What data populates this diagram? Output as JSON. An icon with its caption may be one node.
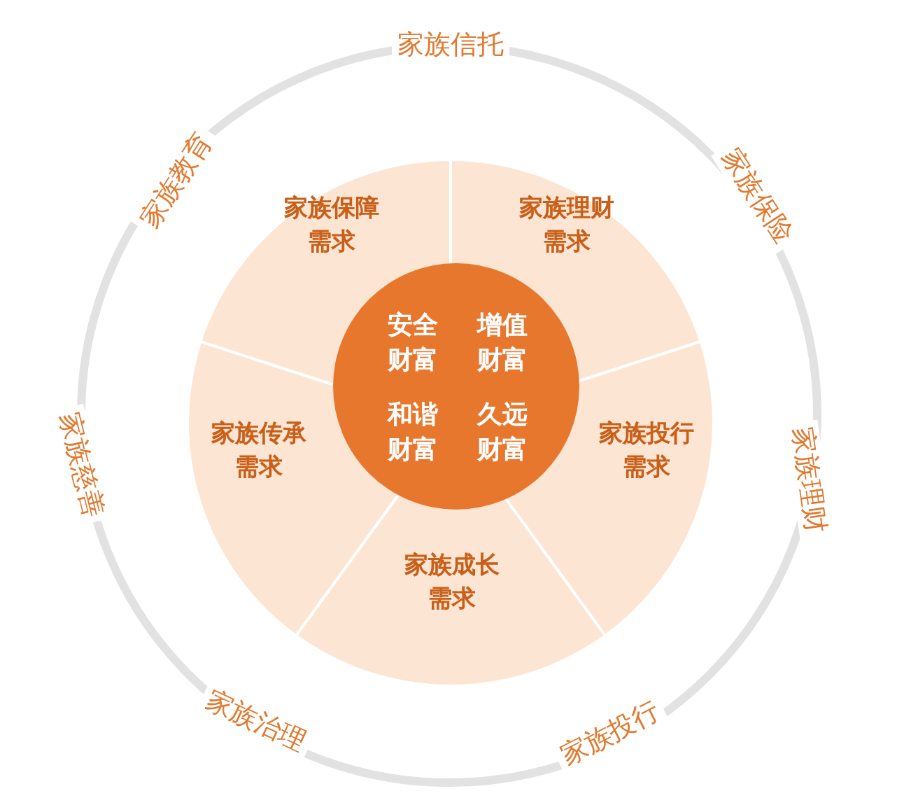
{
  "diagram": {
    "nodes": [
      {
        "text": [
          "安全财富",
          "增值财富",
          "和谐财富",
          "久远财富"
        ]
      },
      {
        "text": [
          "家族保障需求"
        ]
      },
      {
        "text": [
          "家族理财需求"
        ]
      },
      {
        "text": [
          "家族投行需求"
        ]
      },
      {
        "text": [
          "家族成长需求"
        ]
      },
      {
        "text": [
          "家族传承需求"
        ]
      }
    ],
    "labels": [
      "家族信托",
      "家族保险",
      "家族理财",
      "家族投行",
      "家族治理",
      "家族慈善",
      "家族教育"
    ]
  }
}
